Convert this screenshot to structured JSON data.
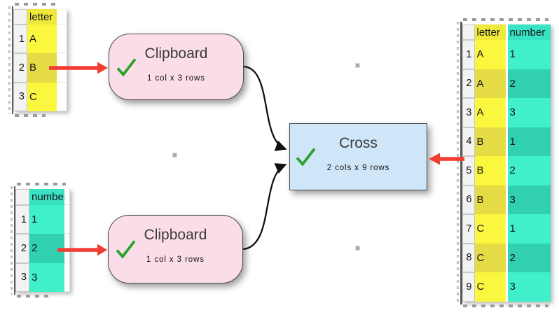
{
  "app": {
    "view_name": "transform-canvas"
  },
  "colors": {
    "yellow_header": "#f0e93c",
    "yellow_row": "#fbf73e",
    "yellow_row_alt": "#e5db45",
    "teal_header": "#3ae2c4",
    "teal_row": "#40f0cb",
    "teal_row_alt": "#31d0b1",
    "node_pink": "#fbdce9",
    "node_blue": "#cee6f8",
    "arrow_red": "#f23d33",
    "check_green": "#2aa32a",
    "connector_black": "#111111"
  },
  "nodes": {
    "clipboard_top": {
      "title": "Clipboard",
      "status": "1 col x 3 rows",
      "state_icon": "green-checkmark"
    },
    "clipboard_bottom": {
      "title": "Clipboard",
      "status": "1 col x 3 rows",
      "state_icon": "green-checkmark"
    },
    "cross": {
      "title": "Cross",
      "status": "2 cols x 9 rows",
      "state_icon": "green-checkmark"
    }
  },
  "tables": {
    "letter_input": {
      "header": "letter",
      "row_numbers": [
        "1",
        "2",
        "3"
      ],
      "rows": [
        [
          "A"
        ],
        [
          "B"
        ],
        [
          "C"
        ]
      ]
    },
    "number_input": {
      "header": "number",
      "row_numbers": [
        "1",
        "2",
        "3"
      ],
      "rows": [
        [
          "1"
        ],
        [
          "2"
        ],
        [
          "3"
        ]
      ]
    },
    "result": {
      "headers": [
        "letter",
        "number"
      ],
      "row_numbers": [
        "1",
        "2",
        "3",
        "4",
        "5",
        "6",
        "7",
        "8",
        "9"
      ],
      "rows": [
        [
          "A",
          "1"
        ],
        [
          "A",
          "2"
        ],
        [
          "A",
          "3"
        ],
        [
          "B",
          "1"
        ],
        [
          "B",
          "2"
        ],
        [
          "B",
          "3"
        ],
        [
          "C",
          "1"
        ],
        [
          "C",
          "2"
        ],
        [
          "C",
          "3"
        ]
      ]
    }
  }
}
